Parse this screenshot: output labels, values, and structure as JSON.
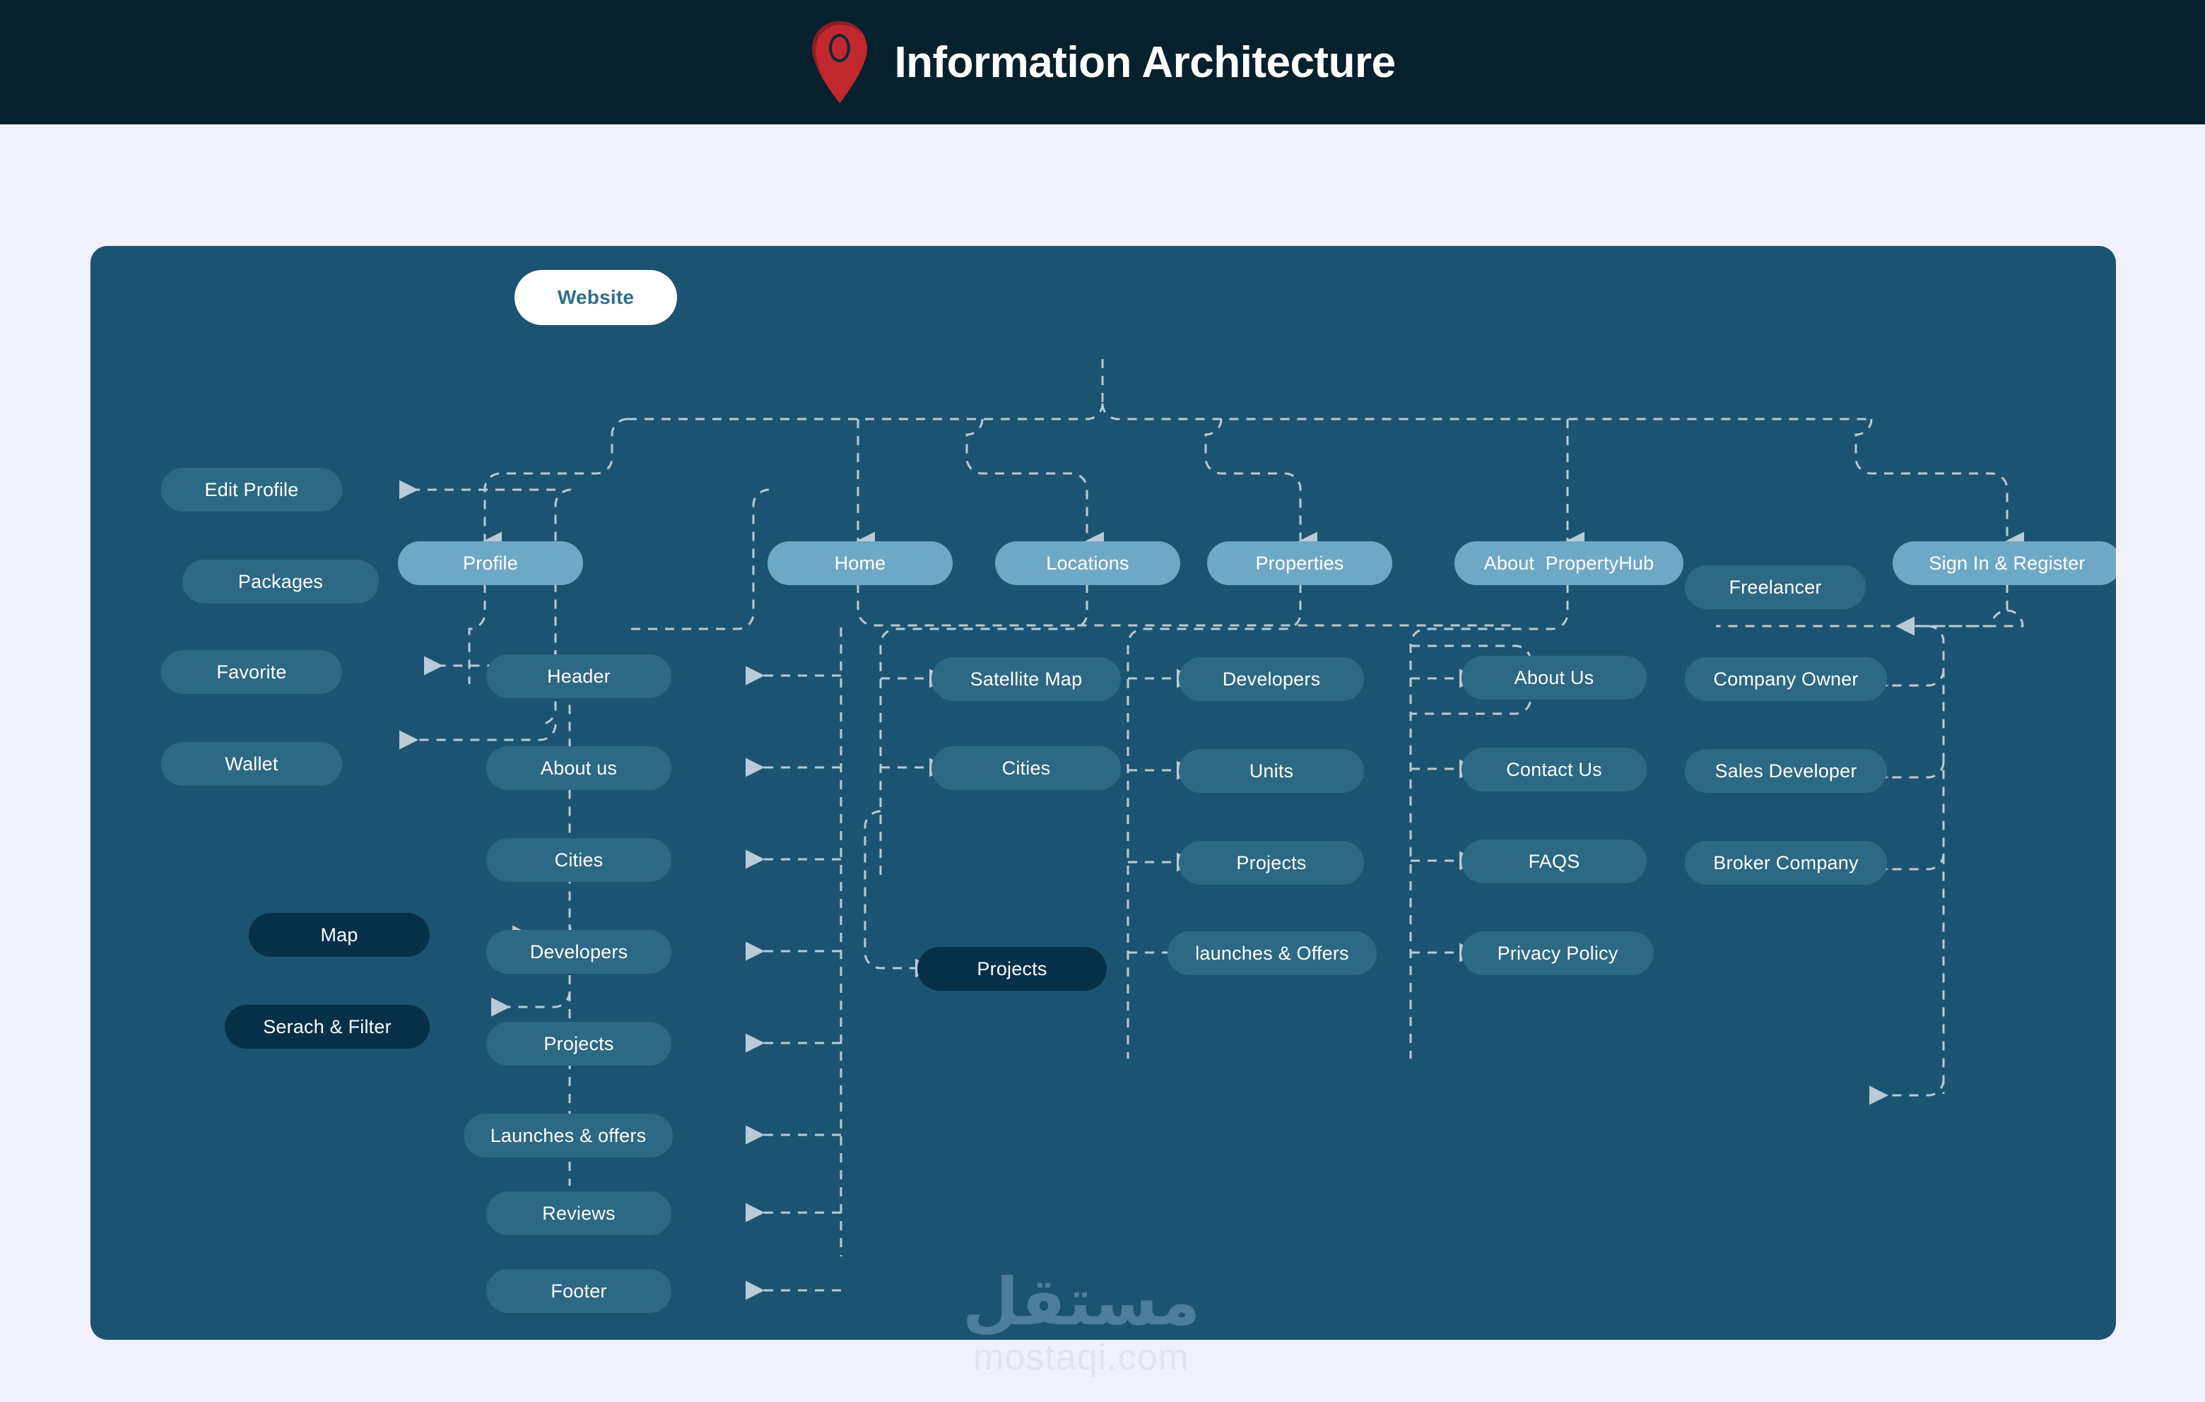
{
  "header": {
    "title": "Information Architecture",
    "logo_icon": "map-pin-icon",
    "logo_color": "#c0282d",
    "bar_color": "#06202e"
  },
  "page": {
    "background_color": "#f0f1fc",
    "card_color": "#1d5372"
  },
  "watermark": {
    "arabic": "مستقل",
    "latin": "mostaqi.com"
  },
  "palette": {
    "root_fill": "#ffffff",
    "root_text": "#2e6e8e",
    "level1_fill": "#6fa8c7",
    "level2_fill": "#2d6885",
    "dark_fill": "#06304a",
    "node_text": "#ffffff",
    "connector": "#b9cbd6"
  },
  "diagram": {
    "root": {
      "label": "Website"
    },
    "level1": [
      {
        "label": "Profile"
      },
      {
        "label": "Home"
      },
      {
        "label": "Locations"
      },
      {
        "label": "Properties"
      },
      {
        "label": "About  PropertyHub"
      },
      {
        "label": "Sign In & Register"
      }
    ],
    "profile_children": [
      {
        "label": "Edit Profile"
      },
      {
        "label": "Packages"
      },
      {
        "label": "Favorite"
      },
      {
        "label": "Wallet"
      }
    ],
    "home_children": [
      {
        "label": "Header"
      },
      {
        "label": "About us"
      },
      {
        "label": "Cities"
      },
      {
        "label": "Developers"
      },
      {
        "label": "Projects"
      },
      {
        "label": "Launches & offers"
      },
      {
        "label": "Reviews"
      },
      {
        "label": "Footer"
      }
    ],
    "home_extra": [
      {
        "label": "Map",
        "style": "dark"
      },
      {
        "label": "Serach & Filter",
        "style": "dark"
      }
    ],
    "locations_children": [
      {
        "label": "Satellite Map",
        "style": "level2"
      },
      {
        "label": "Cities",
        "style": "level2"
      },
      {
        "label": "Projects",
        "style": "dark"
      }
    ],
    "properties_children": [
      {
        "label": "Developers"
      },
      {
        "label": "Units"
      },
      {
        "label": "Projects"
      },
      {
        "label": "launches & Offers"
      }
    ],
    "about_children": [
      {
        "label": "About Us"
      },
      {
        "label": "Contact Us"
      },
      {
        "label": "FAQS"
      },
      {
        "label": "Privacy Policy"
      }
    ],
    "signin_children": [
      {
        "label": "Freelancer"
      },
      {
        "label": "Company Owner"
      },
      {
        "label": "Sales Developer"
      },
      {
        "label": "Broker Company"
      }
    ]
  }
}
